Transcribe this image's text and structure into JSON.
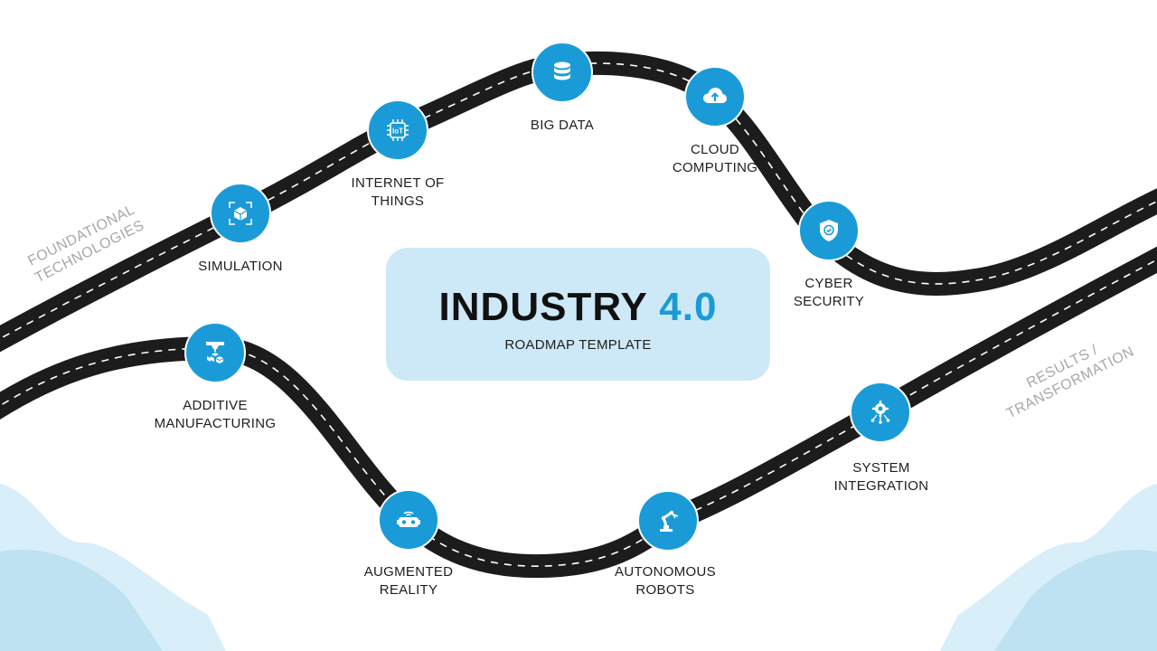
{
  "title": {
    "main": "INDUSTRY",
    "accent": "4.0",
    "subtitle": "ROADMAP TEMPLATE"
  },
  "phases": {
    "foundational": [
      "FOUNDATIONAL",
      "TECHNOLOGIES"
    ],
    "results": [
      "RESULTS /",
      "TRANSFORMATION"
    ]
  },
  "milestones": [
    {
      "id": "simulation",
      "icon": "cube-scan-icon",
      "lines": [
        "SIMULATION"
      ]
    },
    {
      "id": "iot",
      "icon": "iot-chip-icon",
      "lines": [
        "INTERNET OF",
        "THINGS"
      ]
    },
    {
      "id": "big-data",
      "icon": "database-icon",
      "lines": [
        "BIG DATA"
      ]
    },
    {
      "id": "cloud",
      "icon": "cloud-upload-icon",
      "lines": [
        "CLOUD",
        "COMPUTING"
      ]
    },
    {
      "id": "cyber",
      "icon": "shield-check-icon",
      "lines": [
        "CYBER",
        "SECURITY"
      ]
    },
    {
      "id": "additive",
      "icon": "3d-printer-icon",
      "lines": [
        "ADDITIVE",
        "MANUFACTURING"
      ]
    },
    {
      "id": "ar",
      "icon": "vr-headset-icon",
      "lines": [
        "AUGMENTED",
        "REALITY"
      ]
    },
    {
      "id": "robots",
      "icon": "robot-arm-icon",
      "lines": [
        "AUTONOMOUS",
        "ROBOTS"
      ]
    },
    {
      "id": "integration",
      "icon": "gear-network-icon",
      "lines": [
        "SYSTEM",
        "INTEGRATION"
      ]
    }
  ],
  "colors": {
    "accent": "#1a9bd7",
    "road": "#1c1c1c",
    "card": "#cde9f8",
    "hills": "#d6edf8"
  }
}
